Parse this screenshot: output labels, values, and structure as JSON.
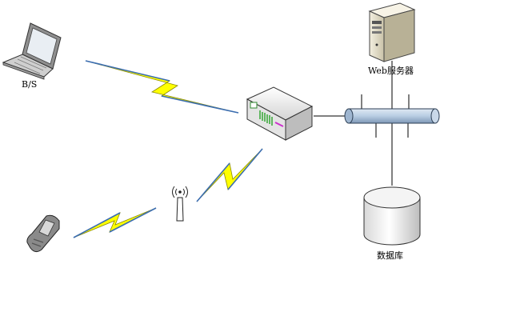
{
  "labels": {
    "laptop": "B/S",
    "web_server": "Web服务器",
    "database": "数据库"
  },
  "icons": {
    "laptop": "laptop-icon",
    "mobile_phone": "mobile-phone-icon",
    "antenna": "antenna-icon",
    "router": "router-icon",
    "network_bus": "network-bus-icon",
    "web_server": "server-tower-icon",
    "database": "database-cylinder-icon"
  },
  "colors": {
    "lightning_fill": "#ffff00",
    "lightning_stroke": "#8a8a00",
    "wireless_edge": "#3b6db0",
    "bus_fill": "#b8cde3",
    "line": "#000000"
  }
}
